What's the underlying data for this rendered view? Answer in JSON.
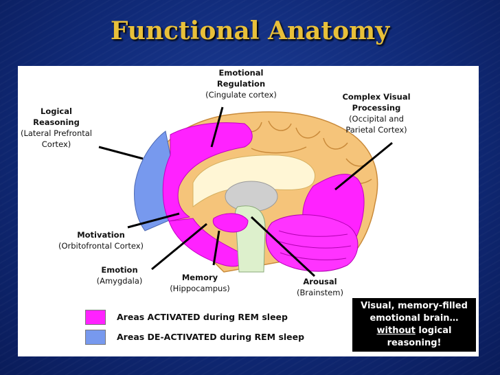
{
  "slide": {
    "title": "Functional Anatomy"
  },
  "labels": {
    "emotional_regulation": {
      "title": "Emotional Regulation",
      "title_line1": "Emotional",
      "title_line2": "Regulation",
      "sub": "(Cingulate cortex)"
    },
    "logical_reasoning": {
      "title_line1": "Logical",
      "title_line2": "Reasoning",
      "sub_line1": "(Lateral Prefrontal",
      "sub_line2": "Cortex)"
    },
    "complex_visual": {
      "title_line1": "Complex Visual",
      "title_line2": "Processing",
      "sub_line1": "(Occipital and",
      "sub_line2": "Parietal Cortex)"
    },
    "motivation": {
      "title": "Motivation",
      "sub": "(Orbitofrontal Cortex)"
    },
    "emotion": {
      "title": "Emotion",
      "sub": "(Amygdala)"
    },
    "memory": {
      "title": "Memory",
      "sub": "(Hippocampus)"
    },
    "arousal": {
      "title": "Arousal",
      "sub": "(Brainstem)"
    }
  },
  "legend": {
    "activated": {
      "label": "Areas ACTIVATED during REM sleep",
      "color": "#ff22ff"
    },
    "deactivated": {
      "label": "Areas DE-ACTIVATED during REM sleep",
      "color": "#7799ee"
    }
  },
  "callout": {
    "line1": "Visual, memory-filled",
    "line2": "emotional brain…",
    "line3_underlined": "without",
    "line3_rest": " logical",
    "line4": "reasoning!"
  },
  "colors": {
    "background": "#102a78",
    "title": "#e8c03a",
    "cortex": "#f5c47a",
    "activated": "#ff22ff",
    "deactivated": "#7799ee"
  }
}
